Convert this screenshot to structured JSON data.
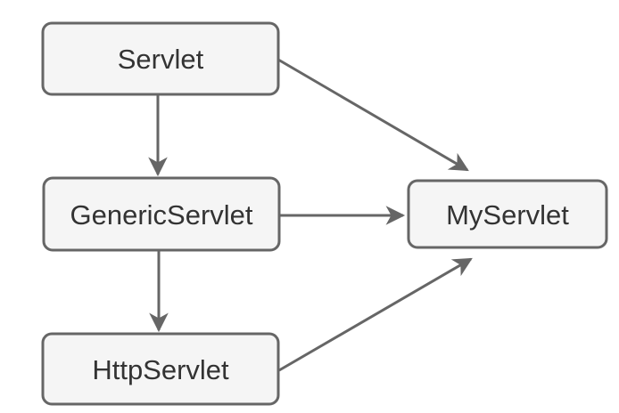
{
  "diagram": {
    "background_color": "#ffffff",
    "node_fill_color": "#f5f5f5",
    "node_border_color": "#666666",
    "label_color": "#333333",
    "arrow_color": "#666666",
    "nodes": [
      {
        "id": "servlet",
        "label": "Servlet"
      },
      {
        "id": "genericservlet",
        "label": "GenericServlet"
      },
      {
        "id": "httpservlet",
        "label": "HttpServlet"
      },
      {
        "id": "myservlet",
        "label": "MyServlet"
      }
    ],
    "edges": [
      {
        "from": "Servlet",
        "to": "GenericServlet"
      },
      {
        "from": "GenericServlet",
        "to": "HttpServlet"
      },
      {
        "from": "Servlet",
        "to": "MyServlet"
      },
      {
        "from": "GenericServlet",
        "to": "MyServlet"
      },
      {
        "from": "HttpServlet",
        "to": "MyServlet"
      }
    ]
  }
}
